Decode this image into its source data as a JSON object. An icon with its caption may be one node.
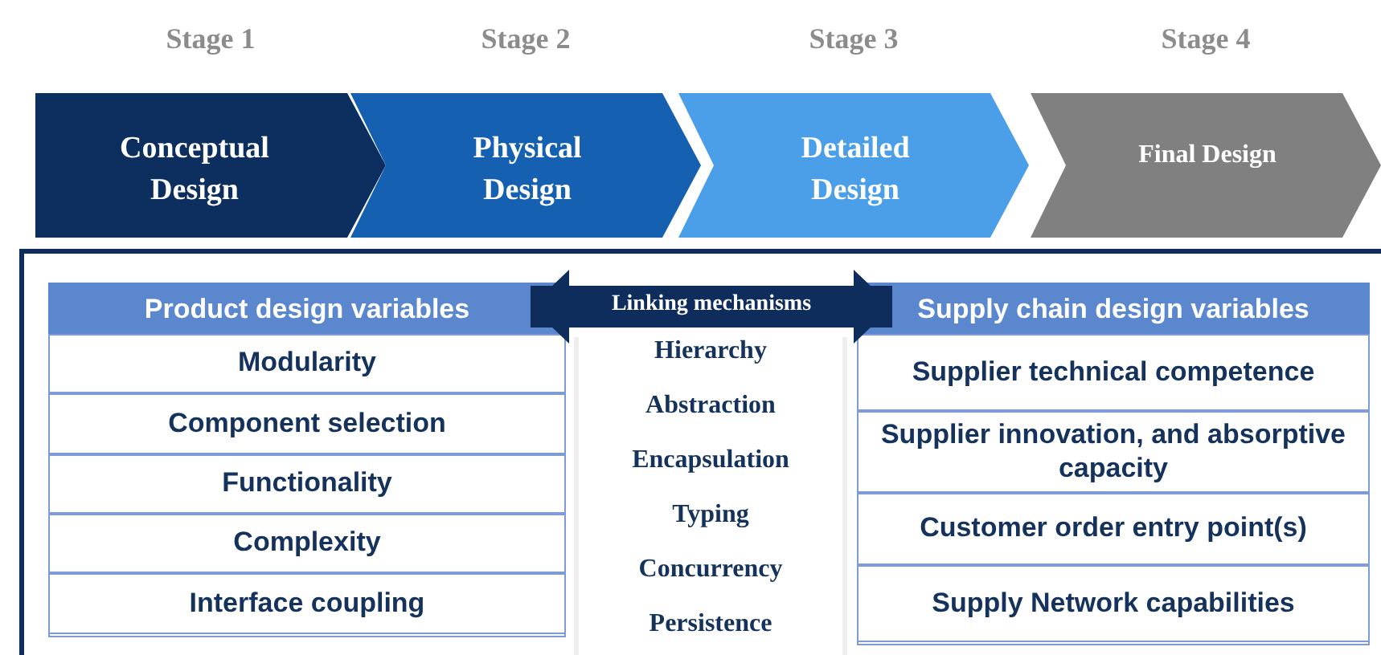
{
  "diagram": {
    "nodes": [
      {
        "text": [
          "Stage 1",
          "Conceptual Design"
        ]
      },
      {
        "text": [
          "Stage 2",
          "Physical Design"
        ]
      },
      {
        "text": [
          "Stage 3",
          "Detailed Design"
        ]
      },
      {
        "text": [
          "Stage 4",
          "Final Design"
        ]
      },
      {
        "text": [],
        "shape": "box"
      },
      {
        "text": [
          "Product design variables"
        ],
        "in": 4
      },
      {
        "text": [
          "Modularity"
        ],
        "in": 5
      },
      {
        "text": [
          "Component selection"
        ],
        "in": 5
      },
      {
        "text": [
          "Functionality"
        ],
        "in": 5
      },
      {
        "text": [
          "Complexity"
        ],
        "in": 5
      },
      {
        "text": [
          "Interface coupling"
        ],
        "in": 5
      },
      {
        "text": [
          "Hierarchy",
          "Abstraction",
          "Encapsulation",
          "Typing",
          "Concurrency",
          "Persistence"
        ],
        "in": 4
      },
      {
        "text": [
          "Supply chain design variables"
        ],
        "in": 4
      },
      {
        "text": [
          "Supplier technical competence"
        ],
        "in": 12
      },
      {
        "text": [
          "Supplier innovation, and absorptive capacity"
        ],
        "in": 12
      },
      {
        "text": [
          "Customer order entry point(s)"
        ],
        "in": 12
      },
      {
        "text": [
          "Supply Network capabilities"
        ],
        "in": 12
      }
    ],
    "edges": [
      {
        "from": 5,
        "to": 12,
        "arrow": "both",
        "label": "Linking mechanisms"
      }
    ]
  }
}
